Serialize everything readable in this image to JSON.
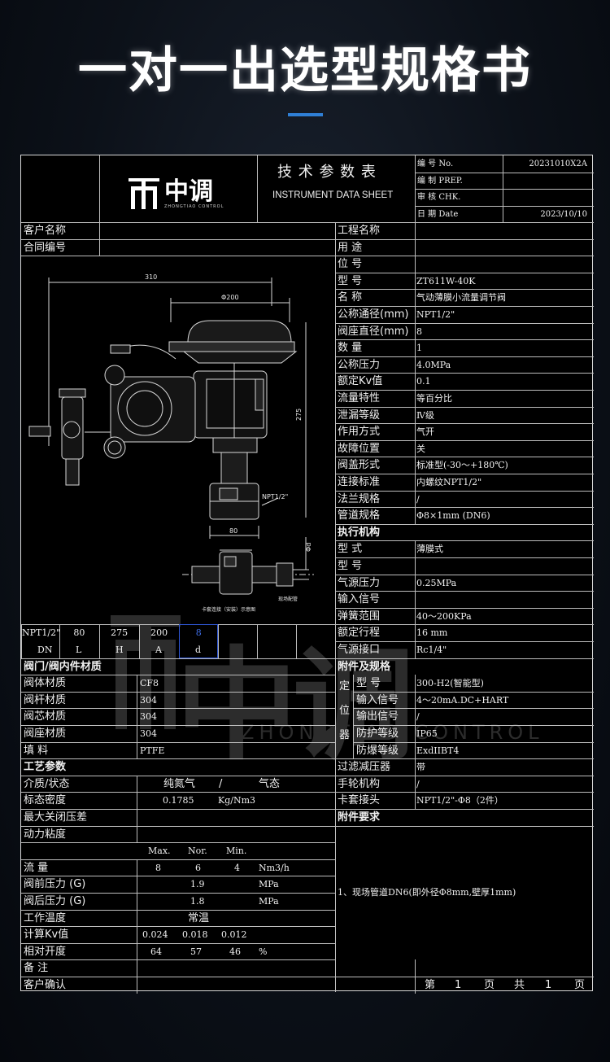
{
  "page_title": "一对一出选型规格书",
  "logo": {
    "name": "中调",
    "sub": "ZHONGTIAO CONTROL",
    "icon": "zt-logo-icon"
  },
  "sheet_title": {
    "cn": "技 术 参 数 表",
    "en": "INSTRUMENT DATA SHEET"
  },
  "meta": [
    {
      "label": "编  号 No.",
      "value": "20231010X2A"
    },
    {
      "label": "编  制 PREP.",
      "value": ""
    },
    {
      "label": "审  核 CHK.",
      "value": ""
    },
    {
      "label": "日  期 Date",
      "value": "2023/10/10"
    }
  ],
  "left_top": [
    {
      "label": "客户名称",
      "value": ""
    },
    {
      "label": "合同编号",
      "value": ""
    }
  ],
  "right_params": [
    {
      "label": "工程名称",
      "value": ""
    },
    {
      "label": "用    途",
      "value": ""
    },
    {
      "label": "位    号",
      "value": ""
    },
    {
      "label": "型    号",
      "value": "ZT611W-40K"
    },
    {
      "label": "名    称",
      "value": "气动薄膜小流量调节阀"
    },
    {
      "label": "公称通径(mm)",
      "value": "NPT1/2\""
    },
    {
      "label": "阀座直径(mm)",
      "value": "8"
    },
    {
      "label": "数    量",
      "value": "1"
    },
    {
      "label": "公称压力",
      "value": "4.0MPa"
    },
    {
      "label": "额定Kv值",
      "value": "0.1"
    },
    {
      "label": "流量特性",
      "value": "等百分比"
    },
    {
      "label": "泄漏等级",
      "value": "Ⅳ级"
    },
    {
      "label": "作用方式",
      "value": "气开"
    },
    {
      "label": "故障位置",
      "value": "关"
    },
    {
      "label": "阀盖形式",
      "value": "标准型(-30～+180℃)"
    },
    {
      "label": "连接标准",
      "value": "内螺纹NPT1/2\""
    },
    {
      "label": "法兰规格",
      "value": "/"
    },
    {
      "label": "管道规格",
      "value": "Φ8×1mm (DN6)"
    },
    {
      "label": "执行机构",
      "value": "",
      "header": true
    },
    {
      "label": "型    式",
      "value": "薄膜式"
    },
    {
      "label": "型    号",
      "value": ""
    },
    {
      "label": "气源压力",
      "value": "0.25MPa"
    },
    {
      "label": "输入信号",
      "value": ""
    },
    {
      "label": "弹簧范围",
      "value": "40～200KPa"
    },
    {
      "label": "额定行程",
      "value": "16 mm"
    },
    {
      "label": "气源接口",
      "value": "Rc1/4\""
    }
  ],
  "drawing": {
    "dims": {
      "w": "310",
      "dia": "Φ200",
      "h": "275",
      "l": "80",
      "npt": "NPT1/2\"",
      "d": "Φd"
    },
    "caption": "卡套连接（安装）示意图",
    "note": "现场配管"
  },
  "dim_table": {
    "values": [
      "NPT1/2\"",
      "80",
      "275",
      "200",
      "8"
    ],
    "headers": [
      "DN",
      "L",
      "H",
      "A",
      "d"
    ]
  },
  "materials": {
    "title": "阀门/阀内件材质",
    "rows": [
      {
        "label": "阀体材质",
        "value": "CF8"
      },
      {
        "label": "阀杆材质",
        "value": "304"
      },
      {
        "label": "阀芯材质",
        "value": "304"
      },
      {
        "label": "阀座材质",
        "value": "304"
      },
      {
        "label": "填    料",
        "value": "PTFE"
      }
    ]
  },
  "accessories": {
    "title": "附件及规格",
    "group_label": [
      "定",
      "位",
      "器"
    ],
    "positioner": [
      {
        "label": "型    号",
        "value": "300-H2(智能型)"
      },
      {
        "label": "输入信号",
        "value": "4～20mA.DC+HART"
      },
      {
        "label": "输出信号",
        "value": "/"
      },
      {
        "label": "防护等级",
        "value": "IP65"
      },
      {
        "label": "防爆等级",
        "value": "ExdIIBT4"
      }
    ],
    "others": [
      {
        "label": "过滤减压器",
        "value": "带"
      },
      {
        "label": "手轮机构",
        "value": "/"
      },
      {
        "label": "卡套接头",
        "value": "NPT1/2\"-Φ8（2件）"
      }
    ]
  },
  "process": {
    "title": "工艺参数",
    "medium": {
      "label": "介质/状态",
      "v1": "纯氮气",
      "sep": "/",
      "v2": "气态"
    },
    "density": {
      "label": "标态密度",
      "value": "0.1785",
      "unit": "Kg/Nm3"
    },
    "max_dp": {
      "label": "最大关闭压差"
    },
    "viscosity": {
      "label": "动力粘度"
    },
    "headers": [
      "Max.",
      "Nor.",
      "Min."
    ],
    "flow": {
      "label": "流    量",
      "values": [
        "8",
        "6",
        "4"
      ],
      "unit": "Nm3/h"
    },
    "p1": {
      "label": "阀前压力 (G)",
      "value": "1.9",
      "unit": "MPa"
    },
    "p2": {
      "label": "阀后压力 (G)",
      "value": "1.8",
      "unit": "MPa"
    },
    "temp": {
      "label": "工作温度",
      "value": "常温"
    },
    "kv": {
      "label": "计算Kv值",
      "values": [
        "0.024",
        "0.018",
        "0.012"
      ]
    },
    "opening": {
      "label": "相对开度",
      "values": [
        "64",
        "57",
        "46"
      ],
      "unit": "%"
    }
  },
  "requirements": {
    "title": "附件要求",
    "text": "1、现场管道DN6(即外径Φ8mm,壁厚1mm)"
  },
  "footer": {
    "remark": "备    注",
    "confirm": "客户确认",
    "page": {
      "a": "第",
      "n1": "1",
      "b": "页",
      "c": "共",
      "n2": "1",
      "d": "页"
    }
  },
  "watermark": {
    "name": "中调",
    "en": "ZHONGTIAO CONTROL"
  },
  "colors": {
    "accent": "#2f7fd6",
    "highlight_box": "#2f57d6",
    "grid": "#bdbdbd"
  }
}
